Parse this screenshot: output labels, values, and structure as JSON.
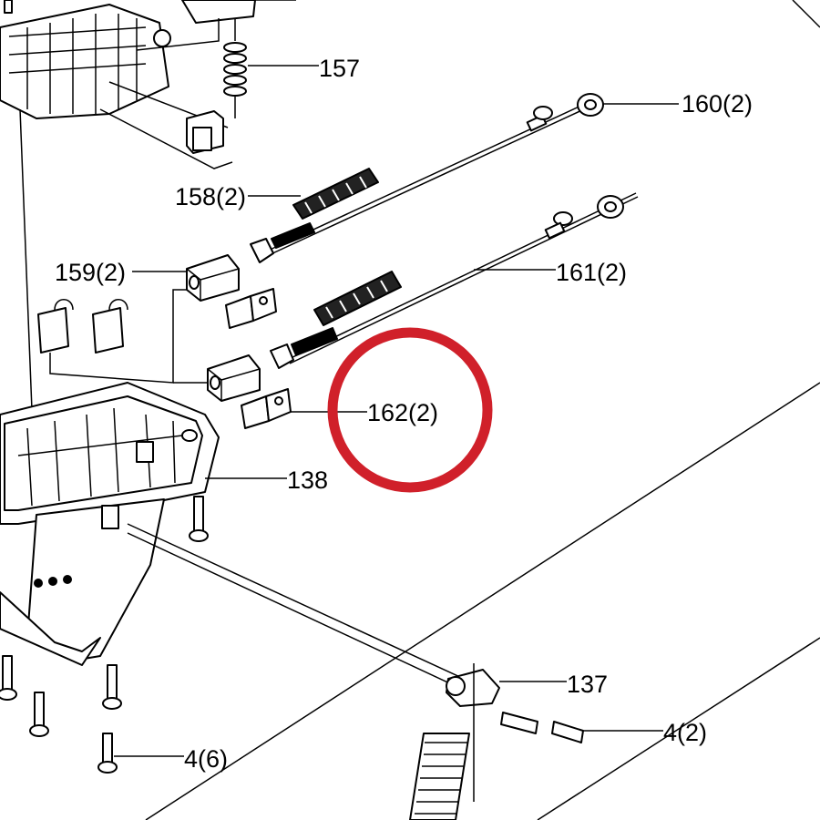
{
  "callouts": {
    "c157": "157",
    "c160": "160(2)",
    "c158": "158(2)",
    "c159": "159(2)",
    "c161": "161(2)",
    "c162": "162(2)",
    "c138": "138",
    "c137": "137",
    "c4a": "4(2)",
    "c4b": "4(6)"
  },
  "highlight": {
    "target": "162(2)",
    "color": "#d0202a"
  }
}
